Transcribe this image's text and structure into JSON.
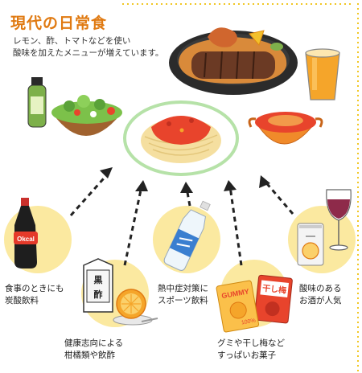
{
  "title": "現代の日常食",
  "subtitle": {
    "line1": "レモン、酢、トマトなどを使い",
    "line2": "酸味を加えたメニューが増えています。"
  },
  "sources": [
    {
      "line1": "食事のときにも",
      "line2": "炭酸飲料",
      "bottle_text": "Okcal",
      "icon": "cola-bottle-icon"
    },
    {
      "line1": "健康志向による",
      "line2": "柑橘類や飲酢",
      "carton_text": "黒酢",
      "icon": "vinegar-carton-icon"
    },
    {
      "line1": "熱中症対策に",
      "line2": "スポーツ飲料",
      "icon": "sports-drink-bottle-icon"
    },
    {
      "line1": "グミや干し梅など",
      "line2": "すっぱいお菓子",
      "gummy_text": "GUMMY",
      "ume_text": "干し梅",
      "percent_text": "100%",
      "icon": "sour-candy-icon"
    },
    {
      "line1": "酸味のある",
      "line2": "お酒が人気",
      "icon": "wine-and-can-icon"
    }
  ],
  "colors": {
    "accent": "#e07a12",
    "circle": "#fbe9a0",
    "plate_outline": "#b6e2a8",
    "sauce": "#e8442c",
    "dots": "#f0c419"
  }
}
